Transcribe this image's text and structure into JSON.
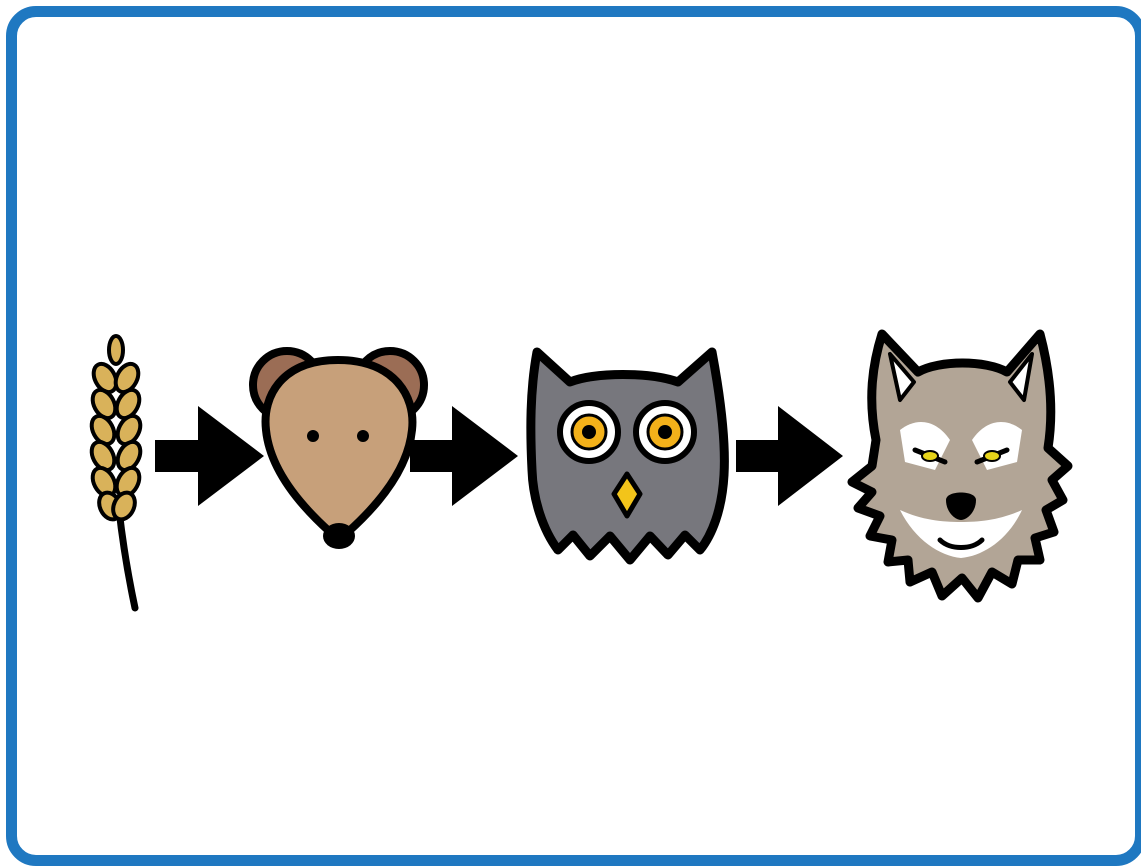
{
  "diagram": {
    "kind": "food-chain",
    "frame_color": "#1f78c1",
    "nodes": [
      {
        "id": "wheat",
        "icon": "wheat-icon",
        "color": "#d9b25a"
      },
      {
        "id": "mouse",
        "icon": "mouse-icon",
        "color": "#c7a07a"
      },
      {
        "id": "owl",
        "icon": "owl-icon",
        "color": "#77777d"
      },
      {
        "id": "wolf",
        "icon": "wolf-icon",
        "color": "#b2a596"
      }
    ],
    "edges": [
      {
        "from": "wheat",
        "to": "mouse",
        "icon": "arrow-right-icon"
      },
      {
        "from": "mouse",
        "to": "owl",
        "icon": "arrow-right-icon"
      },
      {
        "from": "owl",
        "to": "wolf",
        "icon": "arrow-right-icon"
      }
    ]
  }
}
